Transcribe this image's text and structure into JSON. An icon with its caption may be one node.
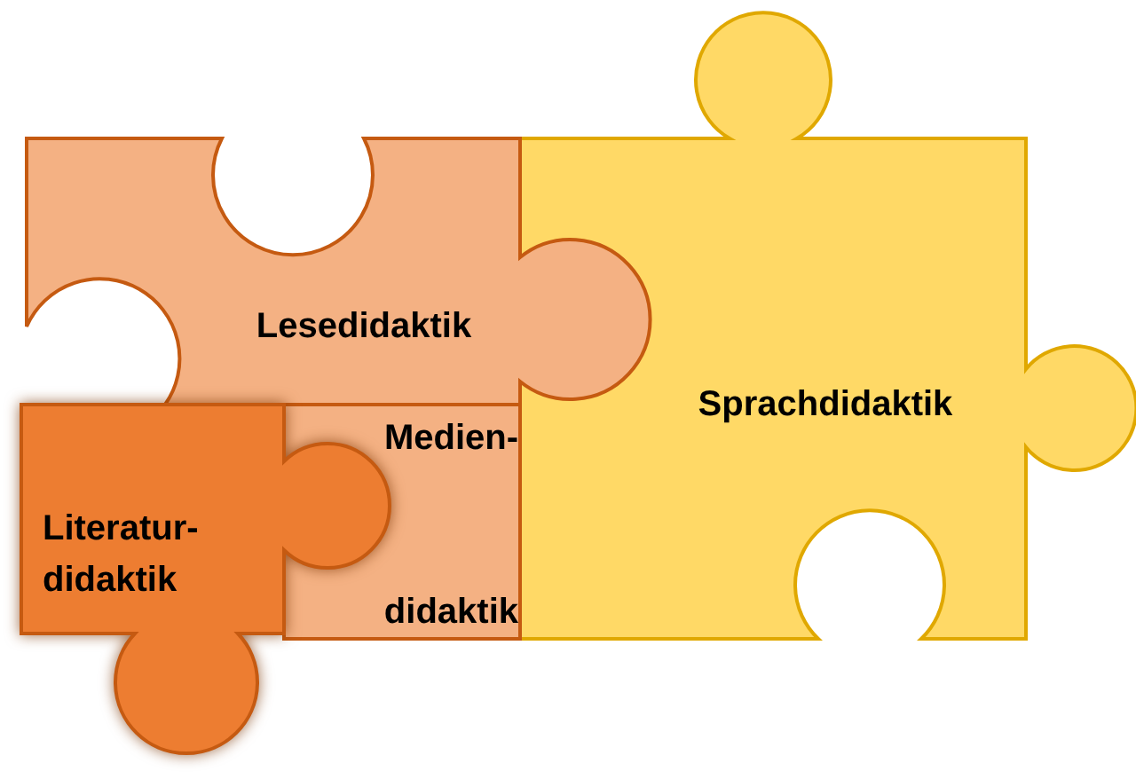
{
  "diagram": {
    "nodes": [
      {
        "text": [
          "Lesedidaktik"
        ]
      },
      {
        "text": [
          "Medien- didaktik"
        ]
      },
      {
        "text": [
          "Literatur- didaktik"
        ]
      },
      {
        "text": [
          "Sprachdidaktik"
        ]
      }
    ]
  }
}
